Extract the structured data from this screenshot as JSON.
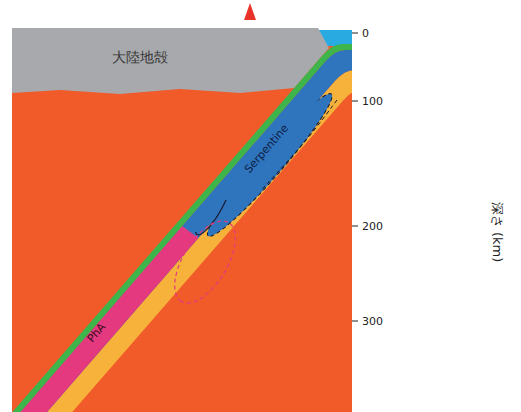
{
  "diagram": {
    "nodes": [
      {
        "text": [
          "大陸地殻"
        ]
      },
      {
        "text": [
          "Serpentine"
        ]
      },
      {
        "text": [
          "PhA"
        ]
      }
    ],
    "labels": [
      "0",
      "100",
      "200",
      "300",
      "深さ (km)"
    ]
  }
}
